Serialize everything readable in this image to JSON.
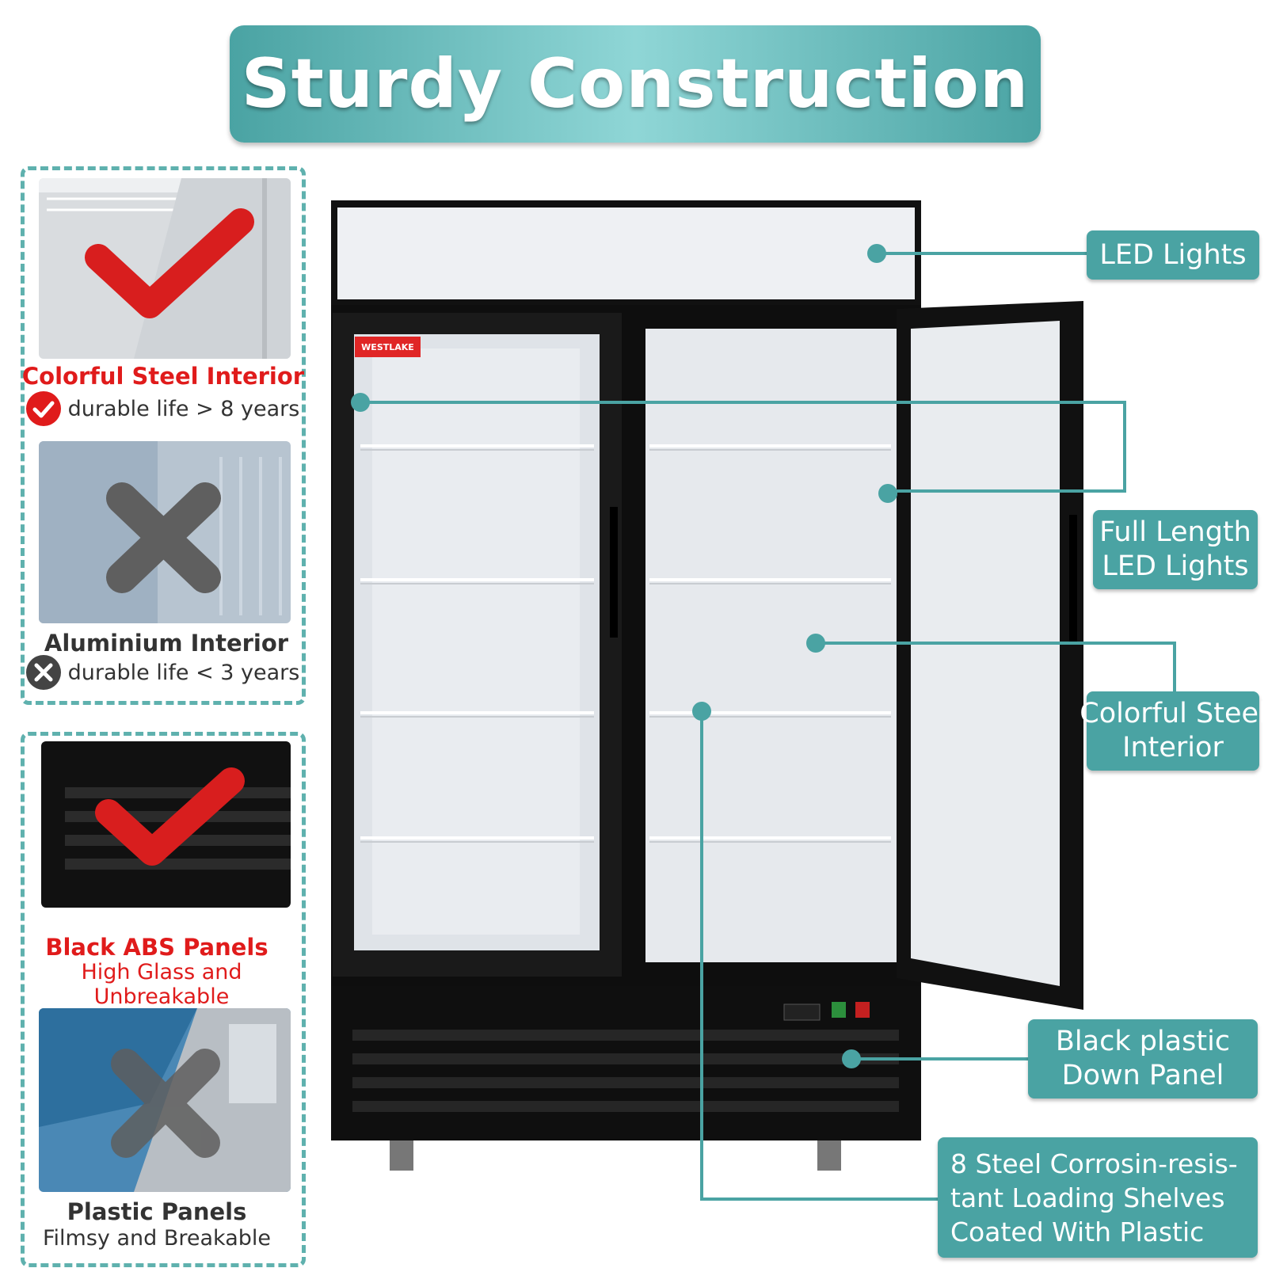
{
  "title": "Sturdy Construction",
  "comparisons": [
    {
      "caption": "Colorful Steel Interior",
      "note": "durable life > 8 years",
      "verdict": "good"
    },
    {
      "caption": "Aluminium Interior",
      "note": "durable life < 3 years",
      "verdict": "bad"
    },
    {
      "caption": "Black ABS Panels",
      "note": "High Glass and Unbreakable",
      "verdict": "good"
    },
    {
      "caption": "Plastic Panels",
      "note": "Filmsy and Breakable",
      "verdict": "bad"
    }
  ],
  "brand": "WESTLAKE",
  "callouts": {
    "led_lights": "LED Lights",
    "full_length_1": "Full Length",
    "full_length_2": "LED Lights",
    "steel_interior_1": "Colorful Steel",
    "steel_interior_2": "Interior",
    "down_panel_1": "Black plastic",
    "down_panel_2": "Down Panel",
    "shelves_1": "8 Steel Corrosin-resis-",
    "shelves_2": "tant Loading Shelves",
    "shelves_3": "Coated With Plastic"
  },
  "colors": {
    "accent": "#4aa3a3",
    "good": "#e01b1b",
    "bad": "#444444"
  }
}
